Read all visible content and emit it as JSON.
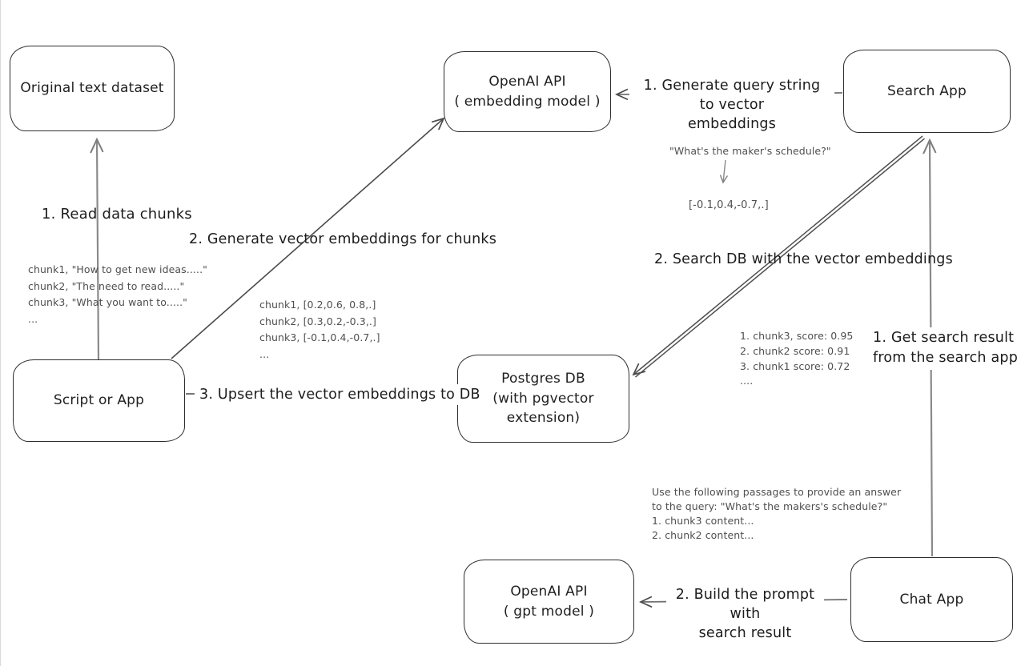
{
  "diagram": {
    "title_hint": "RAG pipeline with pgvector",
    "colors": {
      "background": "#ffffff",
      "box_border": "#2e2e2e",
      "label_text": "#1c1c1c",
      "annotation_text": "#4f4f4f",
      "arrow_dark": "#4a4a4a",
      "arrow_grey": "#808080"
    },
    "nodes": {
      "original_dataset": {
        "label": "Original text dataset"
      },
      "embedding_api": {
        "line1": "OpenAI API",
        "line2": "( embedding model )"
      },
      "search_app": {
        "label": "Search App"
      },
      "script_app": {
        "label": "Script or App"
      },
      "postgres_db": {
        "line1": "Postgres DB",
        "line2": "(with pgvector extension)"
      },
      "gpt_api": {
        "line1": "OpenAI API",
        "line2": "( gpt model )"
      },
      "chat_app": {
        "label": "Chat App"
      }
    },
    "edge_labels": {
      "read_chunks": "1. Read data chunks",
      "generate_embeddings": "2. Generate vector embeddings for chunks",
      "upsert": "3. Upsert the vector embeddings to DB",
      "query_string_line1": "1. Generate query string to vector",
      "query_string_line2": "embeddings",
      "search_db": "2. Search DB with the vector embeddings",
      "get_result_line1": "1. Get search result",
      "get_result_line2": "from the search app",
      "build_prompt_line1": "2. Build the prompt with",
      "build_prompt_line2": "search result"
    },
    "annotations": {
      "chunk_texts": [
        "chunk1, \"How to get new ideas.....\"",
        "chunk2, \"The need to read.....\"",
        "chunk3, \"What you want to.....\"",
        "..."
      ],
      "chunk_vectors": [
        "chunk1, [0.2,0.6, 0.8,.]",
        "chunk2, [0.3,0.2,-0.3,.]",
        "chunk3, [-0.1,0.4,-0.7,.]",
        "..."
      ],
      "query_example": "\"What's the maker's schedule?\"",
      "query_vector": "[-0.1,0.4,-0.7,.]",
      "search_scores": [
        "1. chunk3, score: 0.95",
        "2. chunk2 score: 0.91",
        "3. chunk1 score: 0.72",
        "...."
      ],
      "prompt_example": [
        "Use the following passages to provide an answer",
        "to the query: \"What's the makers's schedule?\"",
        "1. chunk3 content...",
        "2. chunk2 content..."
      ]
    }
  }
}
